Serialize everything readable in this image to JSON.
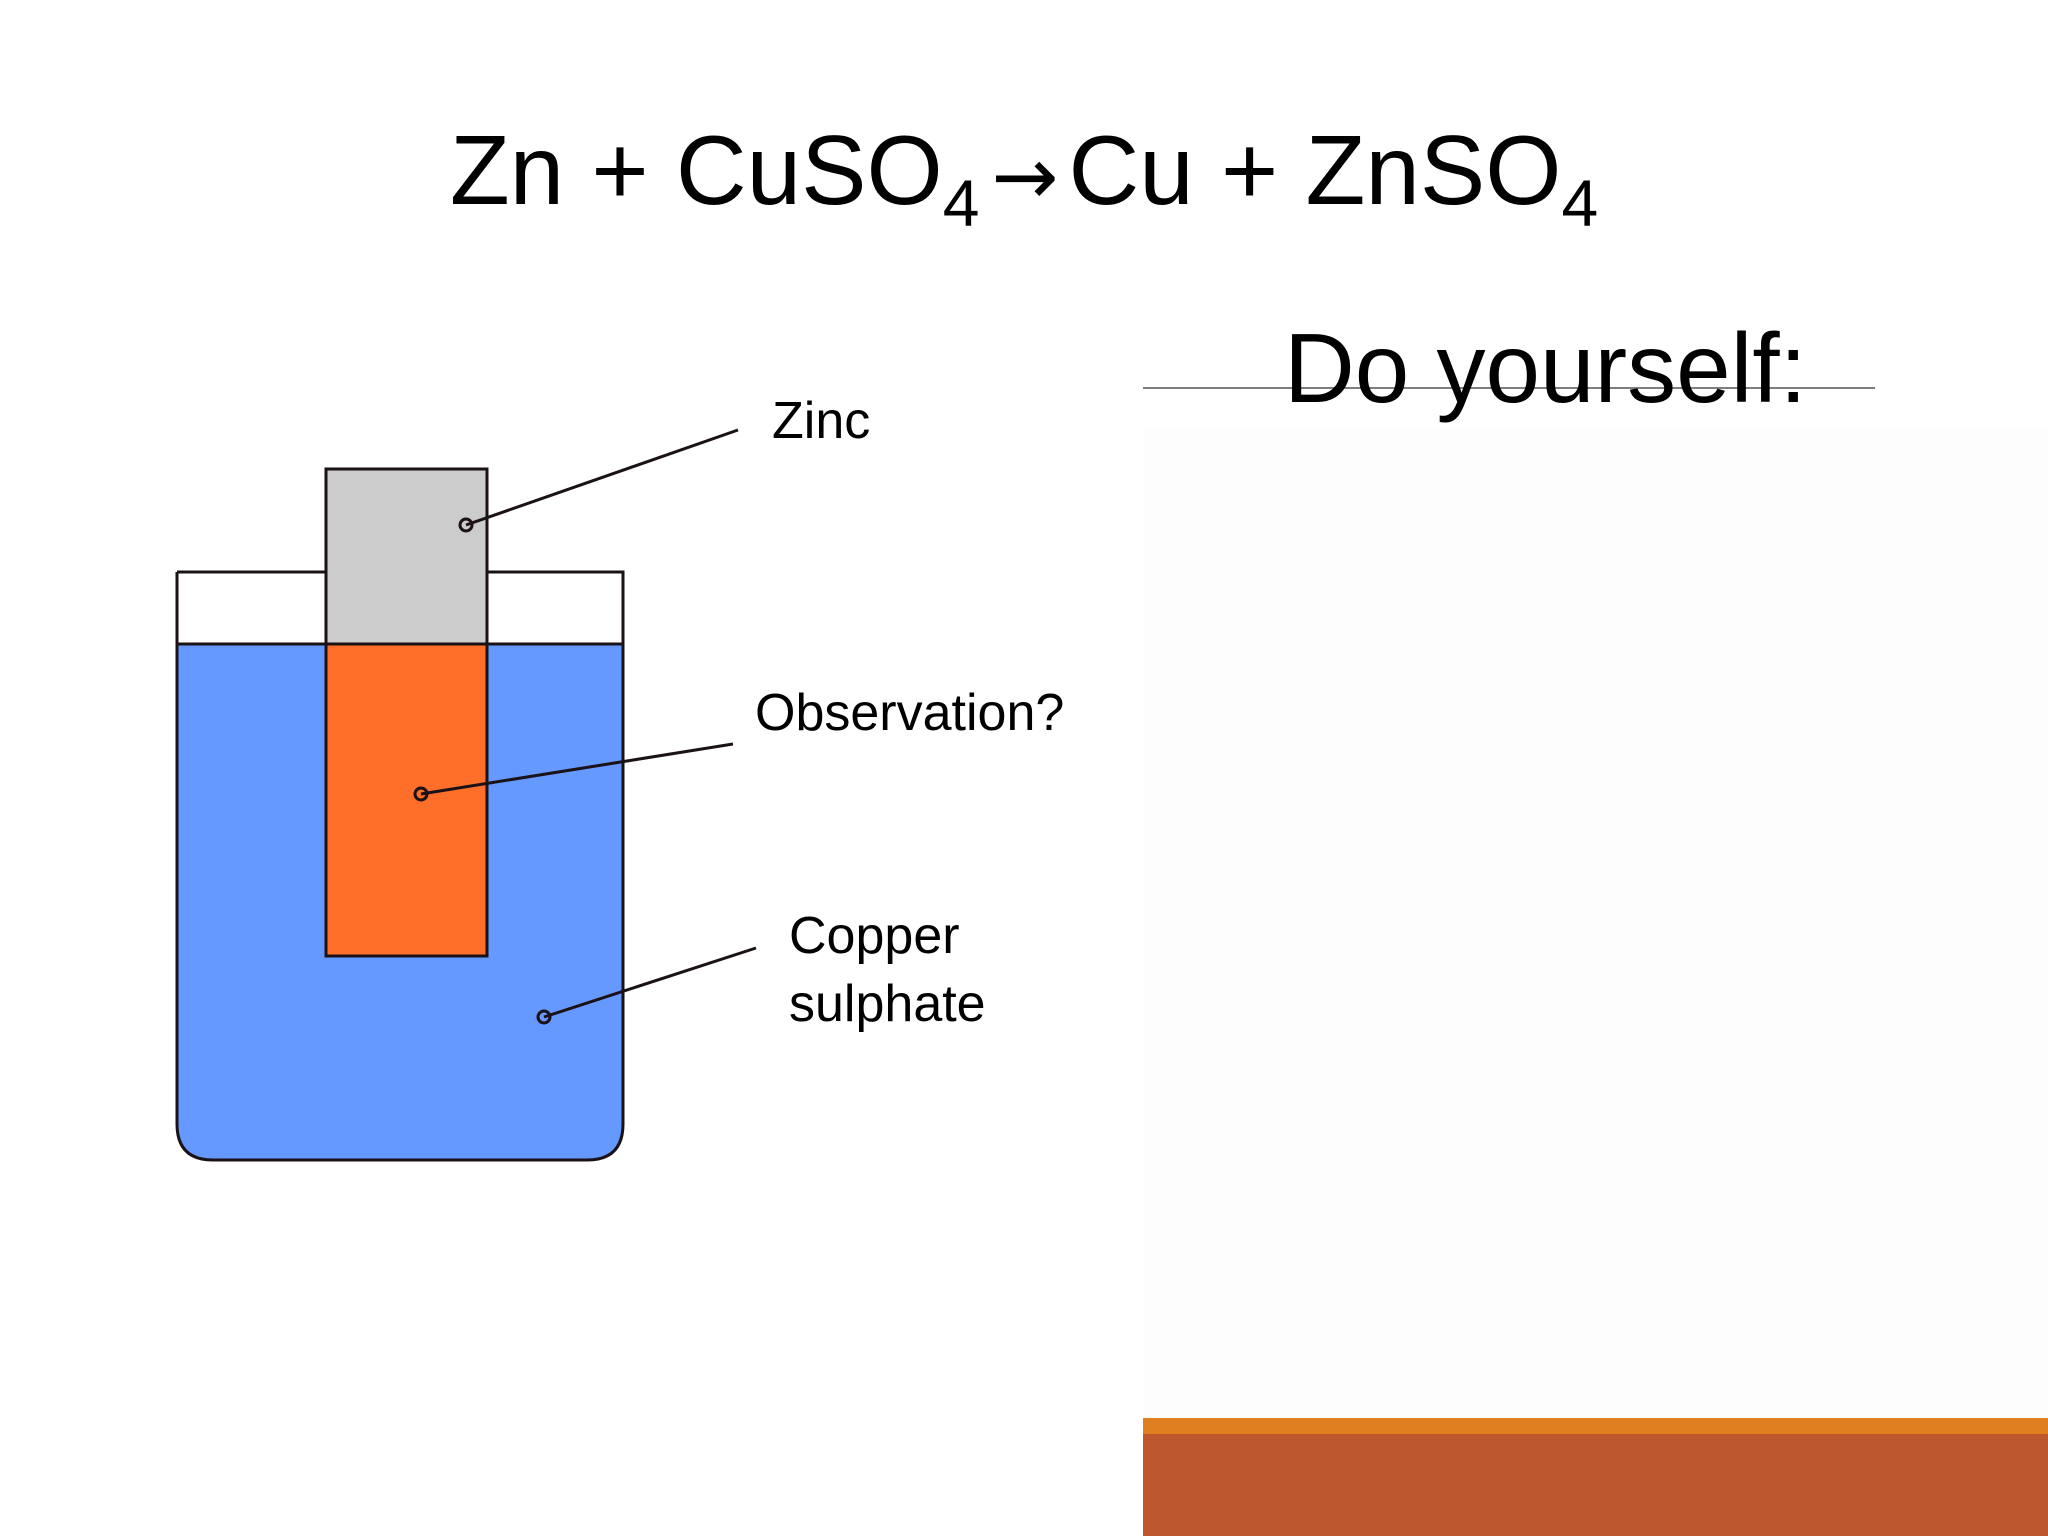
{
  "equation": {
    "reactant1": "Zn",
    "plus1": "+",
    "reactant2": "CuSO",
    "reactant2_sub": "4",
    "arrow": "→",
    "product1": "Cu",
    "plus2": "+",
    "product2": "ZnSO",
    "product2_sub": "4"
  },
  "heading": "Do yourself:",
  "labels": {
    "zinc": "Zinc",
    "observation": "Observation?",
    "copper_sulphate_line1": "Copper",
    "copper_sulphate_line2": "sulphate"
  },
  "colors": {
    "solution": "#6699ff",
    "zinc_strip": "#cccccc",
    "reacted_zinc": "#ff6f2a",
    "accent_bar": "#e07f1f",
    "bottom_block": "#bd572e",
    "outline": "#1a1216"
  }
}
